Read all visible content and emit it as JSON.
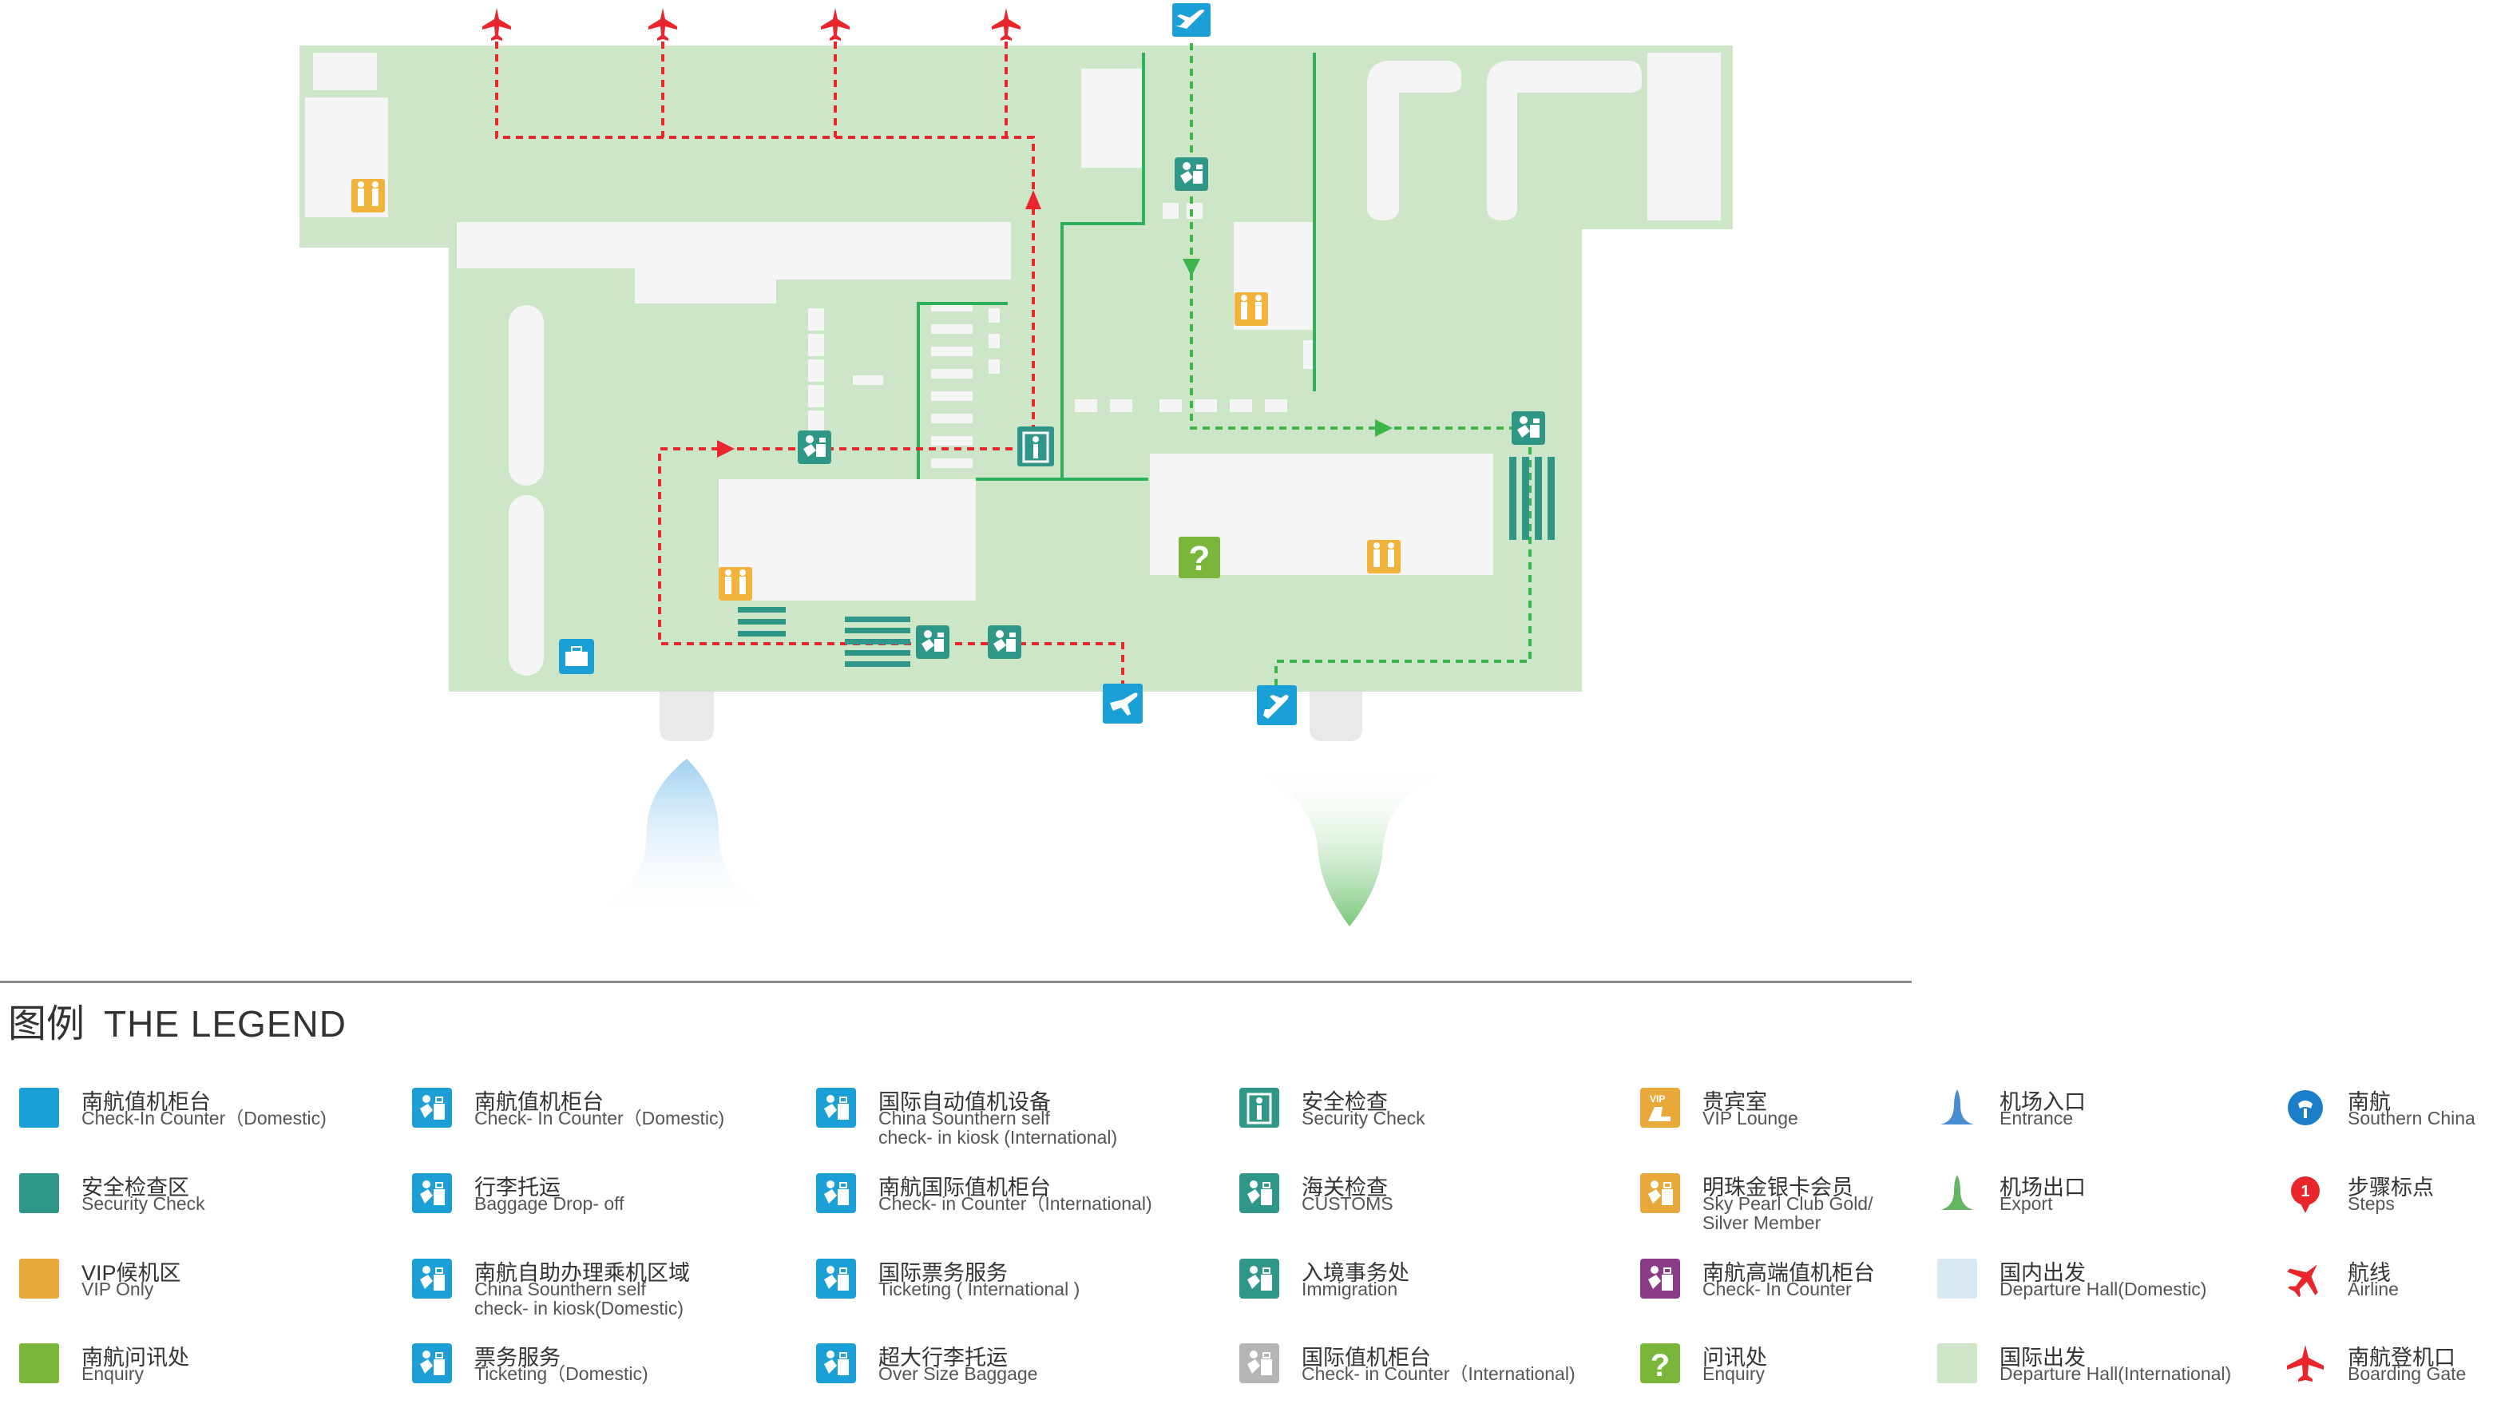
{
  "colors": {
    "intl_hall": "#cde6c8",
    "block": "#f3f4f3",
    "departure_route": "#e8262c",
    "arrival_route": "#3cb54a",
    "wall_line": "#2fb05a",
    "teal_icon": "#2f9787",
    "blue_icon": "#1a9fd6",
    "restroom_icon": "#f2b33d",
    "enquiry_icon": "#7ab63a",
    "airline_red": "#e8262c"
  },
  "legend": {
    "title_zh": "图例",
    "title_en": "THE LEGEND",
    "items": [
      {
        "zh": "南航值机柜台",
        "en": "Check-In Counter（Domestic)",
        "kind": "swatch",
        "color": "#1a9fd6"
      },
      {
        "zh": "安全检查区",
        "en": "Security Check",
        "kind": "swatch",
        "color": "#2f9787"
      },
      {
        "zh": "VIP候机区",
        "en": "VIP Only",
        "kind": "swatch",
        "color": "#e8a93a"
      },
      {
        "zh": "南航问讯处",
        "en": "Enquiry",
        "kind": "swatch",
        "color": "#7ab63a"
      },
      {
        "zh": "南航值机柜台",
        "en": "Check- In Counter（Domestic)",
        "kind": "icon",
        "icon": "checkin-counter-icon",
        "color": "#1a9fd6"
      },
      {
        "zh": "行李托运",
        "en": "Baggage Drop- off",
        "kind": "icon",
        "icon": "baggage-dropoff-icon",
        "color": "#1a9fd6"
      },
      {
        "zh": "南航自助办理乘机区域",
        "en": "China Sounthern self\ncheck- in kiosk(Domestic)",
        "kind": "icon",
        "icon": "self-checkin-kiosk-icon",
        "color": "#1a9fd6"
      },
      {
        "zh": "票务服务",
        "en": "Ticketing（Domestic)",
        "kind": "icon",
        "icon": "ticketing-icon",
        "color": "#1a9fd6"
      },
      {
        "zh": "国际自动值机设备",
        "en": "China Sounthern self\ncheck- in kiosk (International)",
        "kind": "icon",
        "icon": "intl-self-checkin-icon",
        "color": "#1a9fd6"
      },
      {
        "zh": "南航国际值机柜台",
        "en": "Check- in Counter（International)",
        "kind": "icon",
        "icon": "intl-checkin-counter-icon",
        "color": "#1a9fd6"
      },
      {
        "zh": "国际票务服务",
        "en": "Ticketing ( International )",
        "kind": "icon",
        "icon": "intl-ticketing-icon",
        "color": "#1a9fd6"
      },
      {
        "zh": "超大行李托运",
        "en": "Over Size Baggage",
        "kind": "icon",
        "icon": "oversize-baggage-icon",
        "color": "#1a9fd6"
      },
      {
        "zh": "安全检查",
        "en": "Security Check",
        "kind": "icon",
        "icon": "security-gate-icon",
        "color": "#2f9787"
      },
      {
        "zh": "海关检查",
        "en": "CUSTOMS",
        "kind": "icon",
        "icon": "customs-icon",
        "color": "#2f9787"
      },
      {
        "zh": "入境事务处",
        "en": "Immigration",
        "kind": "icon",
        "icon": "immigration-icon",
        "color": "#2f9787"
      },
      {
        "zh": "国际值机柜台",
        "en": "Check- in Counter（International)",
        "kind": "icon",
        "icon": "gray-checkin-counter-icon",
        "color": "#b5b5b5"
      },
      {
        "zh": "贵宾室",
        "en": "VIP Lounge",
        "kind": "icon",
        "icon": "vip-lounge-icon",
        "color": "#e8a93a"
      },
      {
        "zh": "明珠金银卡会员",
        "en": "Sky Pearl Club Gold/\nSilver Member",
        "kind": "icon",
        "icon": "sky-pearl-member-icon",
        "color": "#e8a93a"
      },
      {
        "zh": "南航高端值机柜台",
        "en": "Check- In Counter",
        "kind": "icon",
        "icon": "premium-checkin-icon",
        "color": "#8a3b86"
      },
      {
        "zh": "问讯处",
        "en": "Enquiry",
        "kind": "icon",
        "icon": "enquiry-icon",
        "color": "#7ab63a"
      },
      {
        "zh": "机场入口",
        "en": "Entrance",
        "kind": "icon",
        "icon": "entrance-arrow-icon",
        "color": "#2a78c8"
      },
      {
        "zh": "机场出口",
        "en": "Export",
        "kind": "icon",
        "icon": "exit-arrow-icon",
        "color": "#4aa84a"
      },
      {
        "zh": "国内出发",
        "en": "Departure Hall(Domestic)",
        "kind": "swatch",
        "color": "#d8e8f2"
      },
      {
        "zh": "国际出发",
        "en": "Departure Hall(International)",
        "kind": "swatch",
        "color": "#cde6c8"
      },
      {
        "zh": "南航",
        "en": "Southern China",
        "kind": "icon",
        "icon": "china-southern-logo-icon",
        "color": "#1a7fc8"
      },
      {
        "zh": "步骤标点",
        "en": "Steps",
        "kind": "icon",
        "icon": "step-marker-icon",
        "color": "#e8262c"
      },
      {
        "zh": "航线",
        "en": "Airline",
        "kind": "icon",
        "icon": "airline-plane-icon",
        "color": "#e8262c"
      },
      {
        "zh": "南航登机口",
        "en": "Boarding Gate",
        "kind": "icon",
        "icon": "boarding-gate-plane-icon",
        "color": "#e8262c"
      }
    ]
  }
}
